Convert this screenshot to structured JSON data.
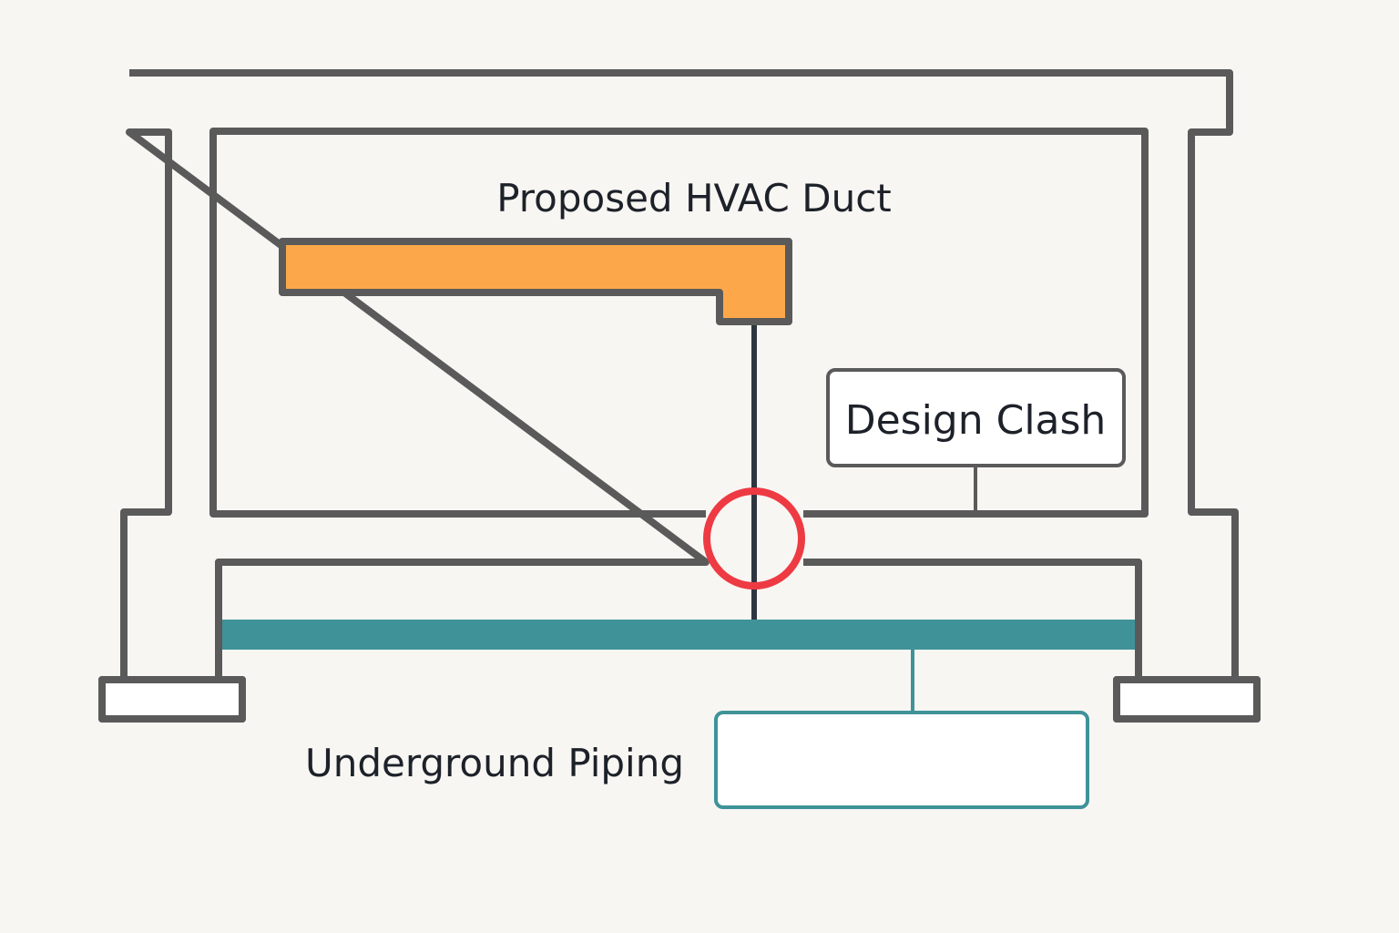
{
  "labels": {
    "hvac_duct": "Proposed HVAC Duct",
    "design_clash": "Design Clash",
    "underground_piping": "Underground Piping"
  },
  "colors": {
    "background": "#f8f6f2",
    "structure_stroke": "#5a5a5a",
    "hvac_duct_fill": "#fca84a",
    "piping_fill": "#3f9398",
    "clash_marker": "#ee3a43",
    "vertical_pipe": "#2e3640",
    "callout_teal": "#3f9398",
    "callout_stroke": "#5a5a5a",
    "label_text": "#1d2129"
  },
  "icons": {
    "clash_marker": "red-circle-marker"
  }
}
